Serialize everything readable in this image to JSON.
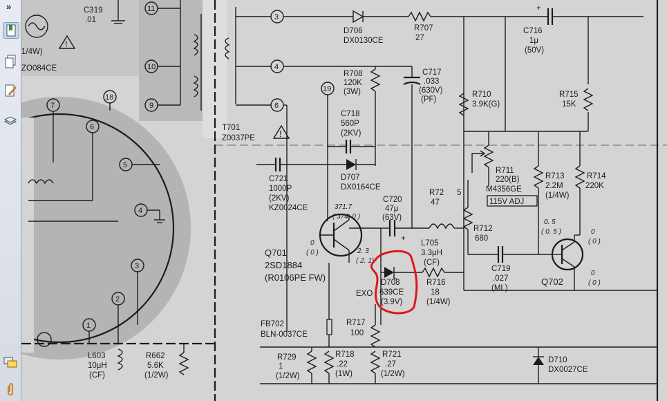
{
  "sidebar": {
    "toggle_glyph": "»",
    "tools": [
      {
        "name": "bookmarks-icon"
      },
      {
        "name": "pages-icon"
      },
      {
        "name": "annotations-icon"
      },
      {
        "name": "layers-icon"
      },
      {
        "name": "comments-icon"
      },
      {
        "name": "attachments-icon"
      }
    ]
  },
  "schematic": {
    "labels": {
      "c319": "C319",
      "c319v": ".01",
      "z084": "1/4W)",
      "z084b": "ZO084CE",
      "pin3": "3",
      "pin4": "4",
      "pin6": "6",
      "pin9": "9",
      "pin10": "10",
      "pin11": "11",
      "pin18": "18",
      "pin19": "19",
      "crt7": "7",
      "crt6": "6",
      "crt5": "5",
      "crt4": "4",
      "crt3": "3",
      "crt2": "2",
      "crt1": "1",
      "d706": "D706",
      "d706v": "DX0130CE",
      "r707": "R707",
      "r707v": "27",
      "c716": "C716",
      "c716a": "1μ",
      "c716b": "(50V)",
      "r708": "R708",
      "r708a": "120K",
      "r708b": "(3W)",
      "c717": "C717",
      "c717a": ".033",
      "c717b": "(630V)",
      "c717c": "(PF)",
      "r710": "R710",
      "r710v": "3.9K(G)",
      "r715": "R715",
      "r715v": "15K",
      "c718": "C718",
      "c718a": "560P",
      "c718b": "(2KV)",
      "t701": "T701",
      "t701v": "Z0037PE",
      "c721": "C721",
      "c721a": "1000P",
      "c721b": "(2KV)",
      "c721c": "KZ0024CE",
      "d707": "D707",
      "d707v": "DX0164CE",
      "r711": "R711",
      "r711a": "220(B)",
      "r711b": "M4356GE",
      "r711c": "115V ADJ",
      "r713": "R713",
      "r713a": "2.2M",
      "r713b": "(1/4W)",
      "r714": "R714",
      "r714a": "220K",
      "r72": "R72",
      "r72v": "47",
      "r72n": "5",
      "v1": "371.7",
      "v2": "( 374. 0 )",
      "c720": "C720",
      "c720a": "47μ",
      "c720b": "(63V)",
      "l705": "L705",
      "l705a": "3.3μH",
      "l705b": "(CF)",
      "r712": "R712",
      "r712v": "680",
      "q701": "Q701",
      "q701a": "2SD1884",
      "q701b": "(R0106PE FW)",
      "q701v0": "0",
      "q701v0b": "( 0 )",
      "q701v1": "2. 3",
      "q701v2": "( 2. 1)",
      "d708": "D708",
      "d708a": "639CE",
      "d708b": "(3.9V)",
      "exo": "EXO",
      "r716": "R716",
      "r716a": "18",
      "r716b": "(1/4W)",
      "c719": "C719",
      "c719a": ".027",
      "c719b": "(ML)",
      "q702": "Q702",
      "q702v1": "0. 5",
      "q702v1b": "( 0. 5 )",
      "q702v2": "0",
      "q702v2b": "( 0 )",
      "q702v3": "0",
      "q702v3b": "( 0 )",
      "fb702": "FB702",
      "fb702v": "BLN-0037CE",
      "r717": "R717",
      "r717v": "100",
      "l603": "L603",
      "l603a": "10μH",
      "l603b": "(CF)",
      "r662": "R662",
      "r662a": "5.6K",
      "r662b": "(1/2W)",
      "r729": "R729",
      "r729a": "1",
      "r729b": "(1/2W)",
      "r718": "R718",
      "r718a": ".22",
      "r718b": "(1W)",
      "r721": "R721",
      "r721a": ".27",
      "r721b": "(1/2W)",
      "d710": "D710",
      "d710v": "DX0027CE"
    },
    "highlight_color": "#e0161b",
    "ink_color": "#1c1c1c"
  }
}
